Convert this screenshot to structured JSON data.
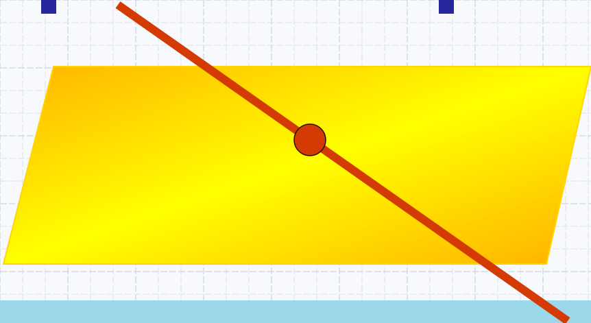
{
  "colors": {
    "background": "#f7f9fc",
    "grid_line": "#c4cad6",
    "grid_line_minor": "#dde2ea",
    "plane_gradient_start": "#ffb300",
    "plane_gradient_mid": "#ffff00",
    "plane_gradient_end": "#ffb000",
    "plane_border": "#ffd600",
    "line": "#d43a04",
    "point_fill": "#d43a04",
    "point_stroke": "#2a1208",
    "bottom_band": "#9bd8e9",
    "top_marks": "#27279c"
  },
  "elements": {
    "plane": "parallelogram-plane",
    "line": "intersecting-line",
    "point": "intersection-point"
  }
}
